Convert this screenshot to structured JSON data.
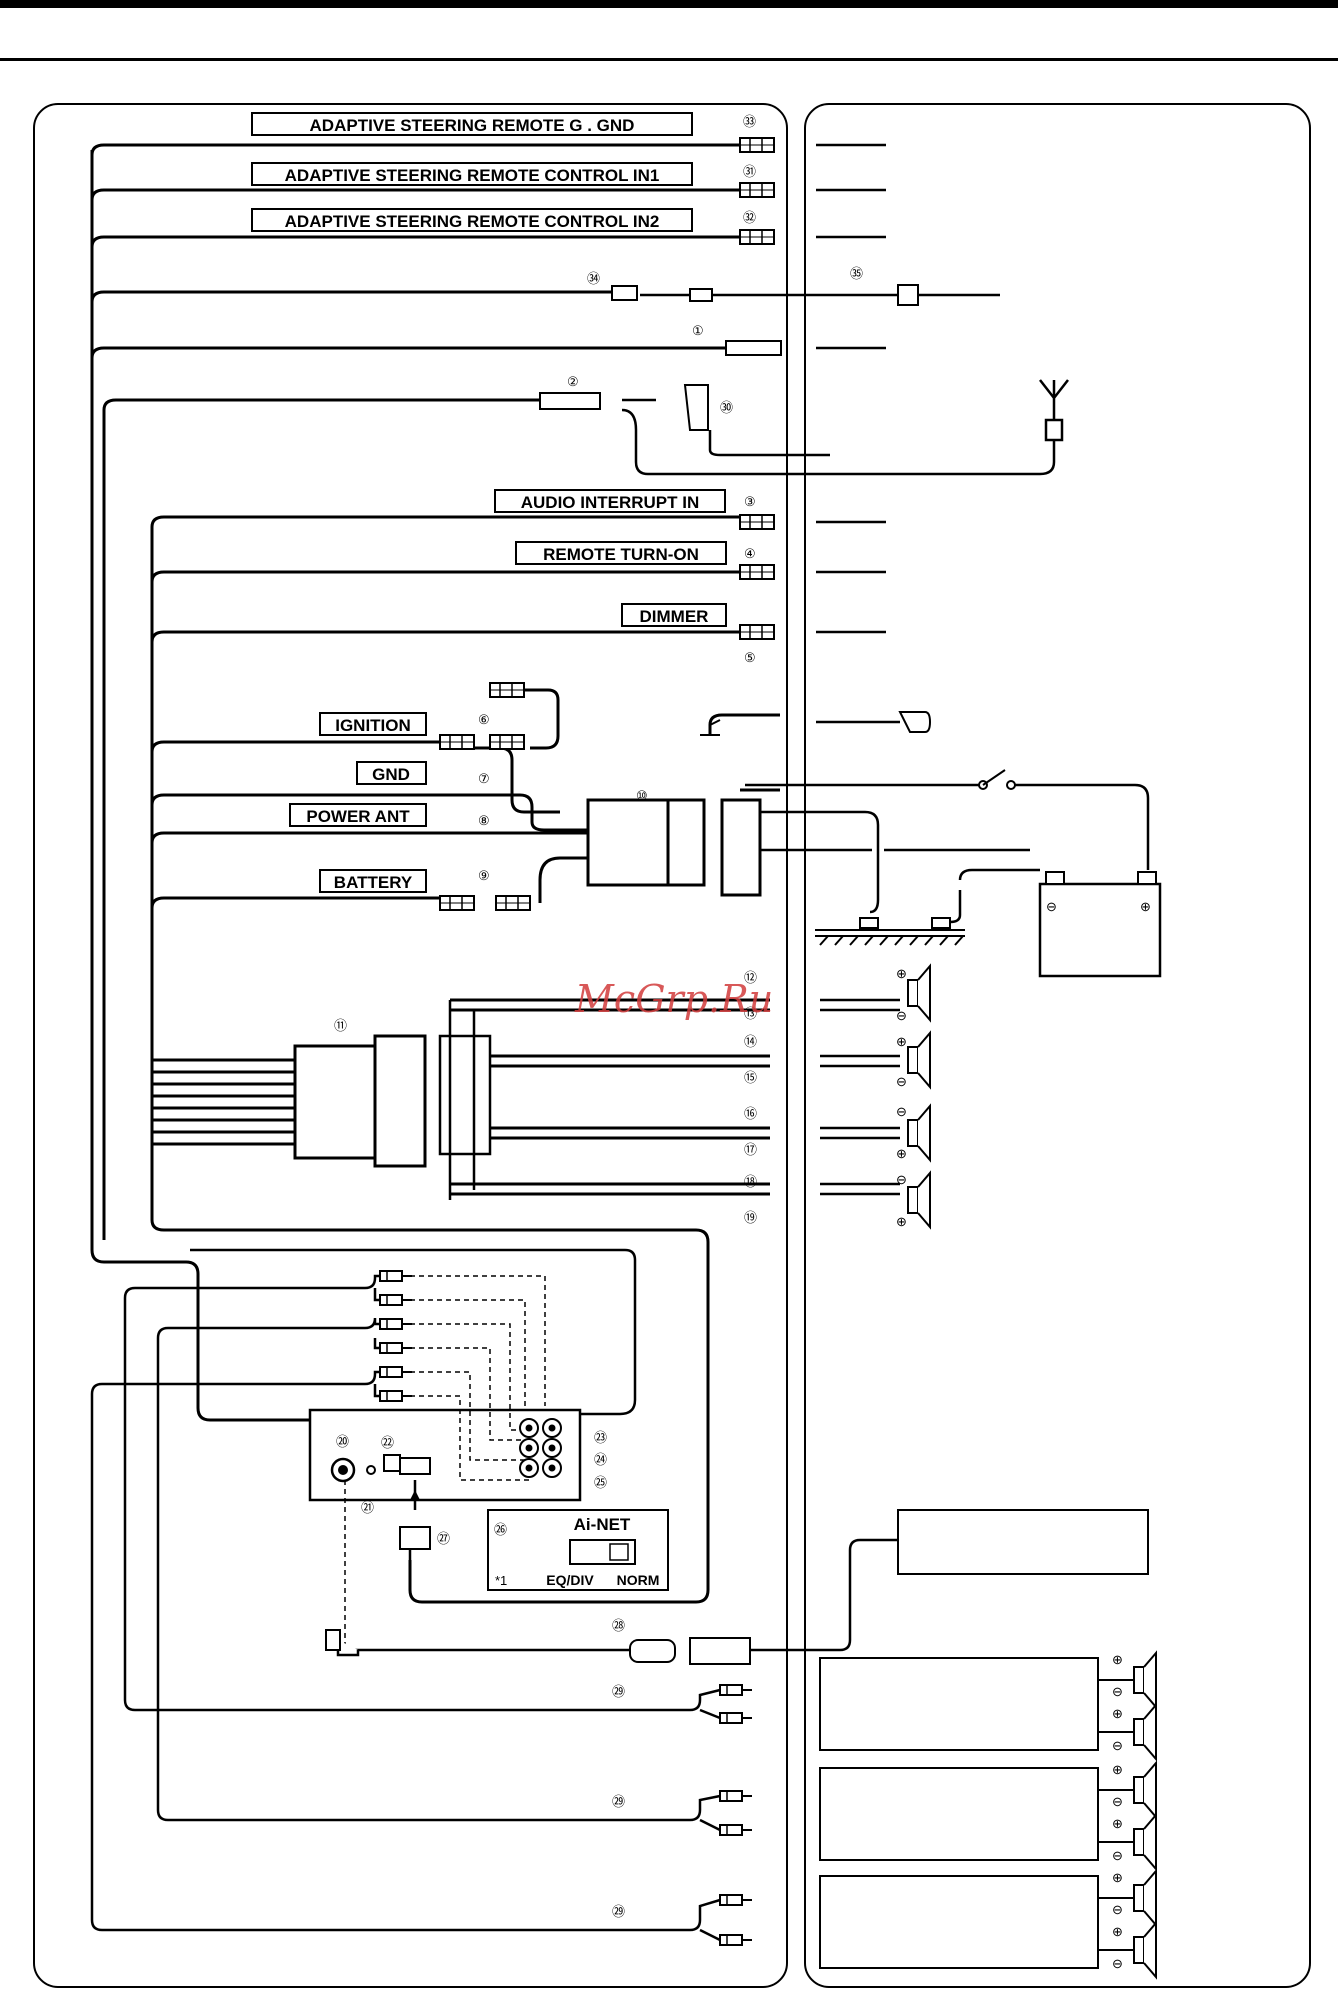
{
  "labels": {
    "g_gnd": "ADAPTIVE STEERING REMOTE G . GND",
    "in1": "ADAPTIVE STEERING REMOTE CONTROL IN1",
    "in2": "ADAPTIVE STEERING REMOTE CONTROL IN2",
    "audio_interrupt": "AUDIO INTERRUPT IN",
    "remote_turn_on": "REMOTE TURN-ON",
    "dimmer": "DIMMER",
    "ignition": "IGNITION",
    "gnd": "GND",
    "power_ant": "POWER ANT",
    "battery": "BATTERY",
    "ai_net": "Ai-NET",
    "eq_div": "EQ/DIV",
    "norm": "NORM",
    "note": "*1"
  },
  "numbers": {
    "n1": "①",
    "n2": "②",
    "n3": "③",
    "n4": "④",
    "n5": "⑤",
    "n6": "⑥",
    "n7": "⑦",
    "n8": "⑧",
    "n9": "⑨",
    "n10": "⑩",
    "n11": "⑪",
    "n12": "⑫",
    "n13": "⑬",
    "n14": "⑭",
    "n15": "⑮",
    "n16": "⑯",
    "n17": "⑰",
    "n18": "⑱",
    "n19": "⑲",
    "n20": "⑳",
    "n21": "㉑",
    "n22": "㉒",
    "n23": "㉓",
    "n24": "㉔",
    "n25": "㉕",
    "n26": "㉖",
    "n27": "㉗",
    "n28": "㉘",
    "n29a": "㉙",
    "n29b": "㉙",
    "n29c": "㉙",
    "n30": "㉚",
    "n31": "㉛",
    "n32": "㉜",
    "n33": "㉝",
    "n34": "㉞",
    "n35": "㉟"
  },
  "polarity": {
    "plus": "⊕",
    "minus": "⊖"
  },
  "watermark": "McGrp.Ru",
  "colors": {
    "line": "#000000",
    "watermark": "#d23c3c"
  },
  "icons": [
    "antenna-icon",
    "battery-icon",
    "speaker-icon",
    "switch-icon",
    "rca-plug-icon",
    "connector-icon"
  ]
}
